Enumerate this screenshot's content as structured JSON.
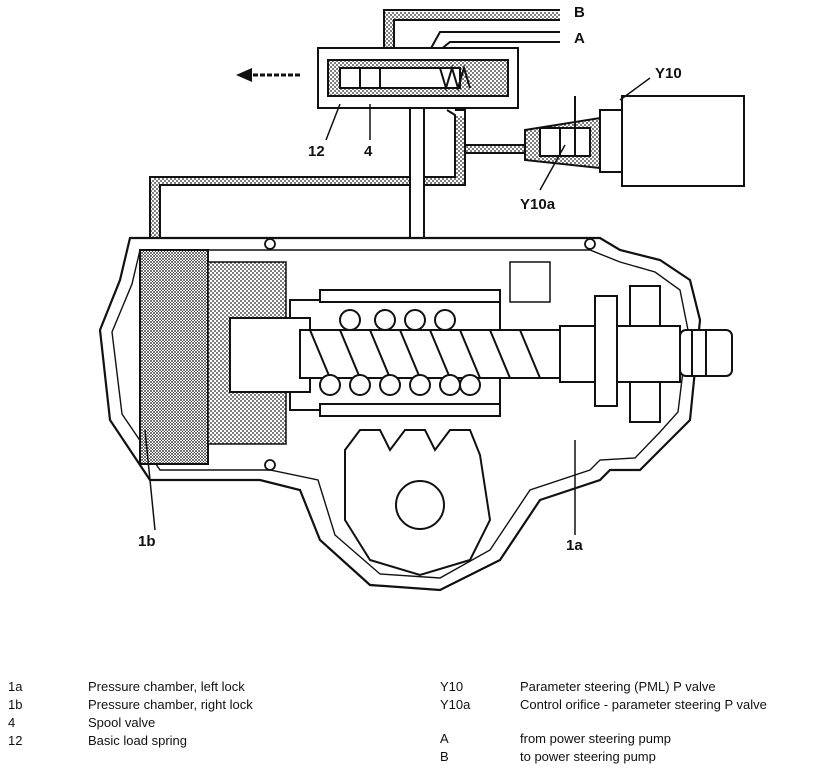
{
  "callouts": {
    "b": "B",
    "a": "A",
    "y10": "Y10",
    "y10a": "Y10a",
    "c12": "12",
    "c4": "4",
    "c1b": "1b",
    "c1a": "1a"
  },
  "legend_left": [
    {
      "code": "1a",
      "text": "Pressure chamber, left lock"
    },
    {
      "code": "1b",
      "text": "Pressure chamber, right lock"
    },
    {
      "code": "4",
      "text": "Spool valve"
    },
    {
      "code": "12",
      "text": "Basic load spring"
    }
  ],
  "legend_right": [
    {
      "code": "Y10",
      "text": "Parameter steering (PML) P valve"
    },
    {
      "code": "Y10a",
      "text": "Control orifice - parameter steering P valve"
    },
    {
      "code": "A",
      "text": "from power steering pump"
    },
    {
      "code": "B",
      "text": "to power steering pump"
    }
  ]
}
